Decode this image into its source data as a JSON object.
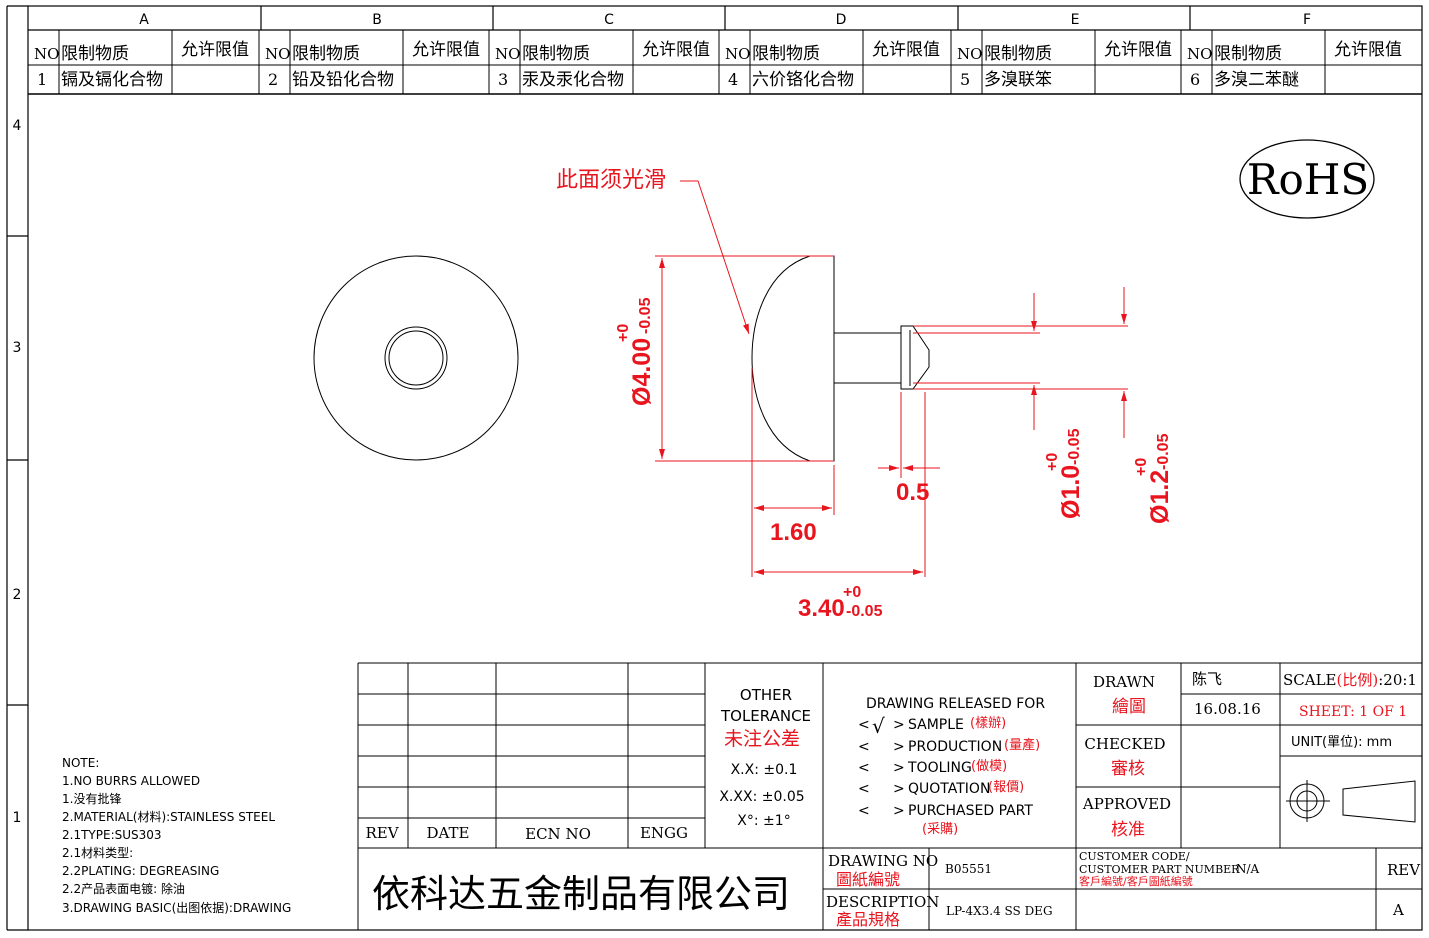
{
  "zones": {
    "columns": [
      "A",
      "B",
      "C",
      "D",
      "E",
      "F"
    ],
    "rows": [
      "4",
      "3",
      "2",
      "1"
    ]
  },
  "substances": {
    "header": {
      "no": "NO",
      "substance": "限制物质",
      "limit": "允许限值"
    },
    "items": [
      {
        "no": "1",
        "name": "镉及镉化合物",
        "limit": ""
      },
      {
        "no": "2",
        "name": "铅及铅化合物",
        "limit": ""
      },
      {
        "no": "3",
        "name": "汞及汞化合物",
        "limit": ""
      },
      {
        "no": "4",
        "name": "六价铬化合物",
        "limit": ""
      },
      {
        "no": "5",
        "name": "多溴联笨",
        "limit": ""
      },
      {
        "no": "6",
        "name": "多溴二苯醚",
        "limit": ""
      }
    ]
  },
  "rohs": "RoHS",
  "callout": "此面须光滑",
  "dimensions": {
    "dia_4": {
      "main": "Ø4.00",
      "upper": "+0",
      "lower": "-0.05"
    },
    "dia_1": {
      "main": "Ø1.0",
      "upper": "+0",
      "lower": "-0.05"
    },
    "dia_12": {
      "main": "Ø1.2",
      "upper": "+0",
      "lower": "-0.05"
    },
    "len_05": "0.5",
    "len_160": "1.60",
    "len_340": {
      "main": "3.40",
      "upper": "+0",
      "lower": "-0.05"
    }
  },
  "notes": [
    "NOTE:",
    "1.NO BURRS ALLOWED",
    "1.没有批锋",
    "2.MATERIAL(材料):STAINLESS STEEL",
    "2.1TYPE:SUS303",
    "2.1材料类型:",
    "2.2PLATING: DEGREASING",
    "2.2产品表面电镀: 除油",
    "3.DRAWING BASIC(出图依据):DRAWING"
  ],
  "revision_table": {
    "rev": "REV",
    "date": "DATE",
    "ecn": "ECN NO",
    "engg": "ENGG"
  },
  "tolerance": {
    "title1": "OTHER",
    "title2": "TOLERANCE",
    "title_cn": "未注公差",
    "x1": "X.X: ±0.1",
    "x2": "X.XX: ±0.05",
    "ang": "X°: ±1°"
  },
  "release": {
    "title": "DRAWING RELEASED FOR",
    "check": "√",
    "items": [
      {
        "en": "SAMPLE",
        "cn": "(樣辦)"
      },
      {
        "en": "PRODUCTION",
        "cn": "(量產)"
      },
      {
        "en": "TOOLING",
        "cn": "(做模)"
      },
      {
        "en": "QUOTATION",
        "cn": "(報價)"
      },
      {
        "en": "PURCHASED PART",
        "cn": "(采購)"
      }
    ]
  },
  "approval": {
    "drawn_en": "DRAWN",
    "drawn_cn": "繪圖",
    "checked_en": "CHECKED",
    "checked_cn": "審核",
    "approved_en": "APPROVED",
    "approved_cn": "核准",
    "drawer": "陈飞",
    "date": "16.08.16"
  },
  "scale": {
    "label": "SCALE",
    "label_cn": "(比例)",
    "value": ":20:1"
  },
  "sheet": "SHEET:  1 OF 1",
  "unit": "UNIT(單位): mm",
  "company": "依科达五金制品有限公司",
  "drawing_no": {
    "en": "DRAWING NO",
    "cn": "圖紙編號",
    "value": "B05551"
  },
  "customer": {
    "en1": "CUSTOMER CODE/",
    "en2": "CUSTOMER PART NUMBER",
    "cn": "客戶編號/客戶圖紙編號",
    "value": "N/A"
  },
  "description": {
    "en": "DESCRIPTION",
    "cn": "產品規格",
    "value": "LP-4X3.4 SS DEG"
  },
  "rev": {
    "label": "REV",
    "value": "A"
  },
  "colors": {
    "dim": "#e8141e",
    "line": "#000000",
    "cn_red": "#e8141e"
  }
}
